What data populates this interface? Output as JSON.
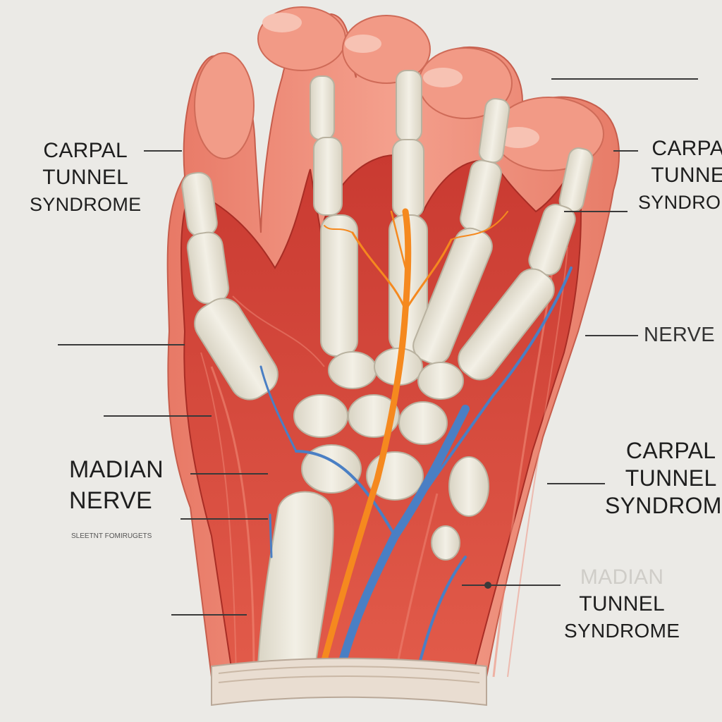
{
  "labels": {
    "top_left": [
      "CARPAL",
      "TUNNEL",
      "SYNDROME"
    ],
    "top_right": [
      "CARPAL",
      "TUNNEL",
      "SYNDROME"
    ],
    "nerve": "NERVE",
    "median": [
      "MADIAN",
      "NERVE"
    ],
    "small_caption": "SLEETNT FOMIRUGETS",
    "bottom_right": [
      "CARPAL",
      "TUNNEL",
      "SYNDROME"
    ],
    "bottom": [
      "MADIAN",
      "TUNNEL",
      "SYNDROME"
    ]
  },
  "colors": {
    "background": "#ebeae6",
    "skin": "#ef8e7b",
    "muscle": "#d9463a",
    "bone": "#e9e5d8",
    "nerve": "#f5891f",
    "vein": "#4a7fc4",
    "label_text": "#1e1e1e"
  }
}
